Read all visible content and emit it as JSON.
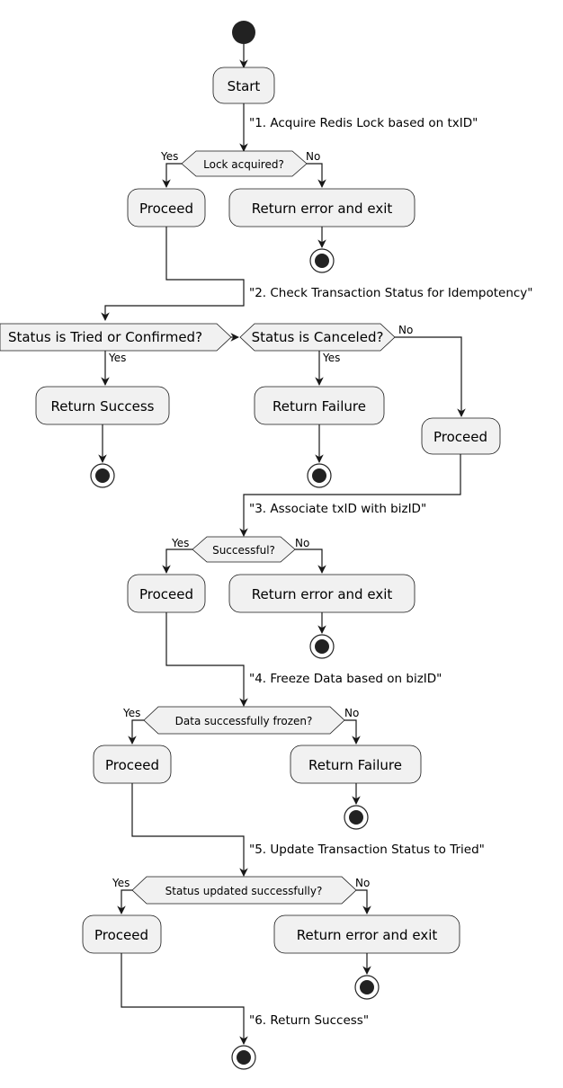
{
  "steps": {
    "s1": "\"1. Acquire Redis Lock based on txID\"",
    "s2": "\"2. Check Transaction Status for Idempotency\"",
    "s3": "\"3. Associate txID with bizID\"",
    "s4": "\"4. Freeze Data based on bizID\"",
    "s5": "\"5. Update Transaction Status to Tried\"",
    "s6": "\"6. Return Success\""
  },
  "activities": {
    "start": "Start",
    "proceed": "Proceed",
    "return_error": "Return error and exit",
    "return_success": "Return Success",
    "return_failure": "Return Failure"
  },
  "decisions": {
    "lock": "Lock acquired?",
    "tried": "Status is Tried or Confirmed?",
    "canceled": "Status is Canceled?",
    "successful": "Successful?",
    "frozen": "Data successfully frozen?",
    "updated": "Status updated successfully?"
  },
  "branch_labels": {
    "yes": "Yes",
    "no": "No"
  }
}
